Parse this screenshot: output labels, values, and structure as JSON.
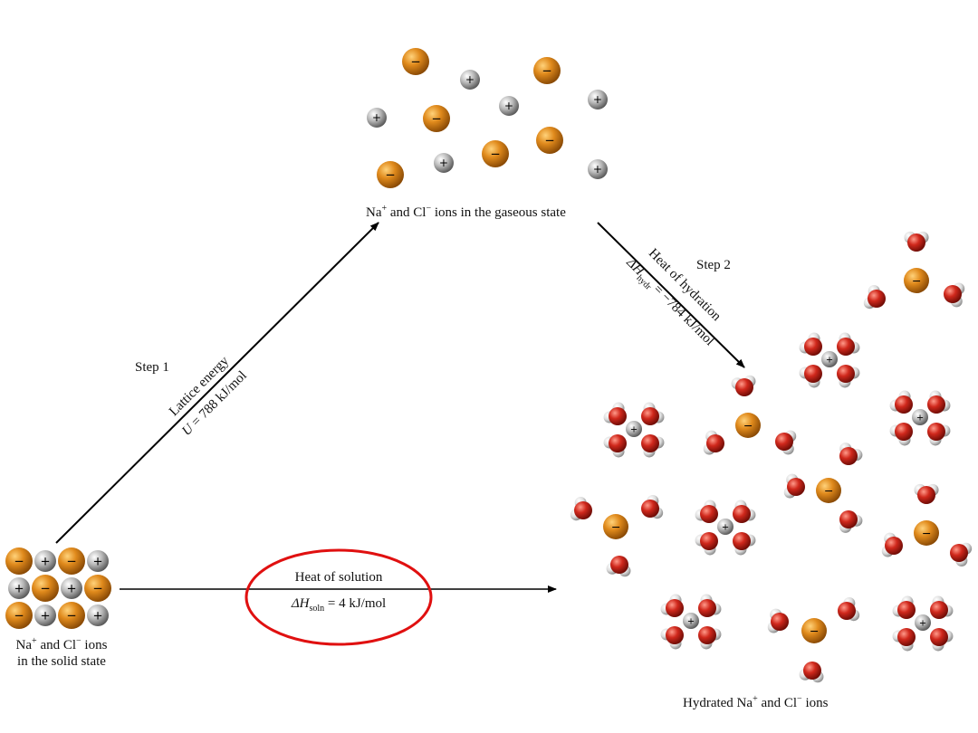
{
  "gas_state": {
    "label_prefix": "Na",
    "label_sup1": "+",
    "label_mid": " and Cl",
    "label_sup2": "−",
    "label_suffix": " ions in the gaseous state"
  },
  "solid_state": {
    "line1_prefix": "Na",
    "line1_sup1": "+",
    "line1_mid": " and Cl",
    "line1_sup2": "−",
    "line1_suffix": " ions",
    "line2": "in the solid state"
  },
  "hydrated": {
    "label_prefix": "Hydrated Na",
    "label_sup1": "+",
    "label_mid": " and Cl",
    "label_sup2": "−",
    "label_suffix": " ions"
  },
  "step1": {
    "title": "Step 1",
    "name": "Lattice energy",
    "eq_var": "U",
    "eq_val": " = 788 kJ/mol"
  },
  "step2": {
    "title": "Step 2",
    "name": "Heat of hydration",
    "eq_delta": "ΔH",
    "eq_sub": "hydr",
    "eq_val": " = −784 kJ/mol"
  },
  "solution": {
    "name": "Heat of solution",
    "eq_delta": "ΔH",
    "eq_sub": "soln",
    "eq_val": " = 4 kJ/mol"
  },
  "ion_symbols": {
    "cation": "+",
    "anion": "−"
  },
  "colors": {
    "anion": "#d07a14",
    "cation": "#a8a8a8",
    "oxygen": "#c8201a",
    "hydrogen": "#e6e6e6",
    "highlight": "#e01010",
    "arrow": "#000000"
  }
}
